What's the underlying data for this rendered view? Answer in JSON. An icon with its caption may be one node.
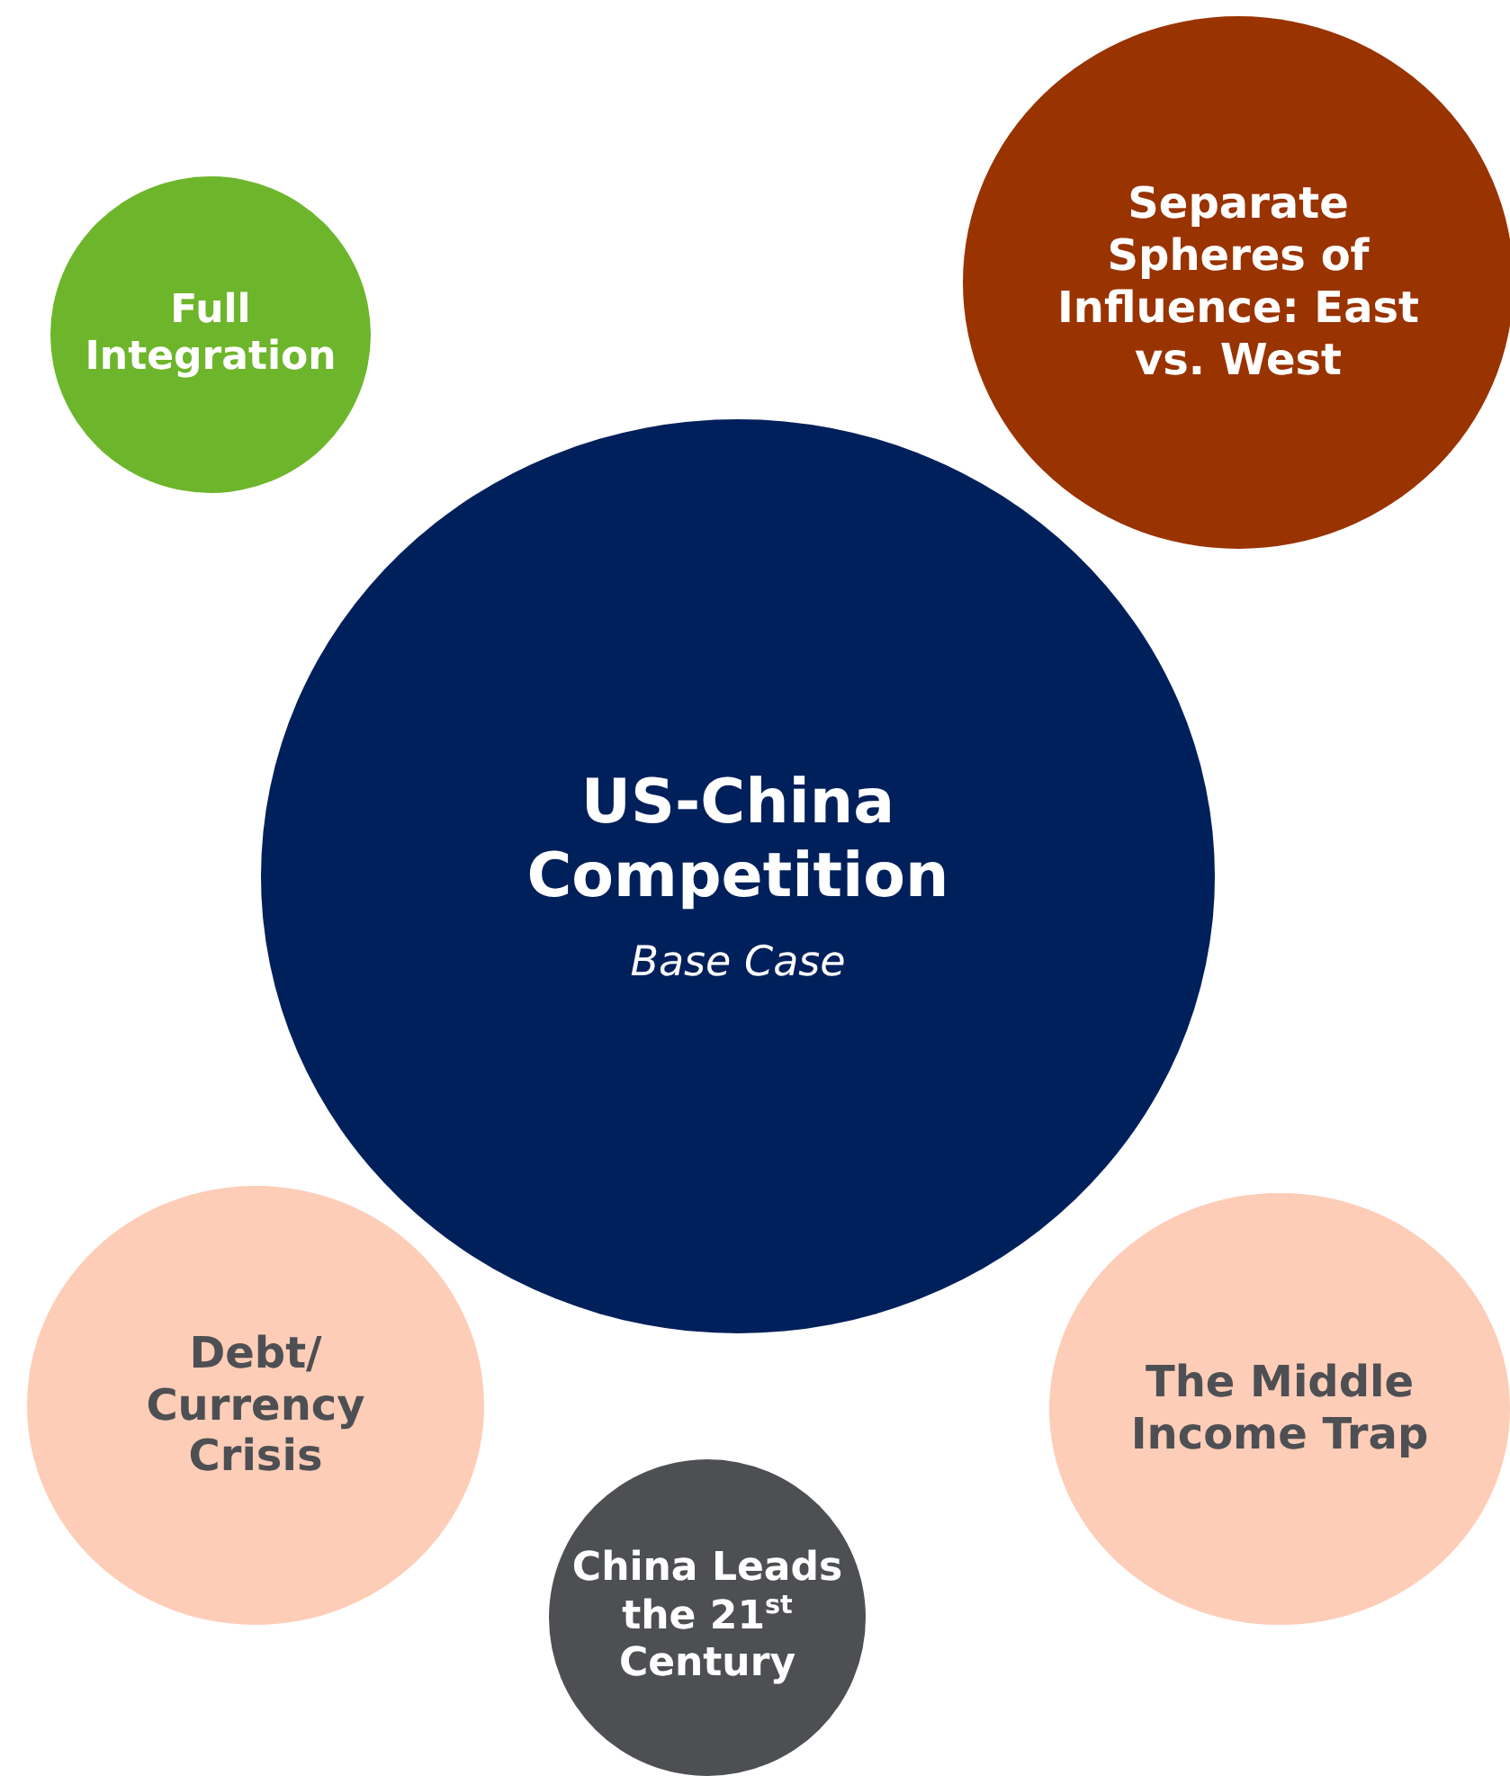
{
  "diagram": {
    "nodes": [
      {
        "text": [
          "Full Integration"
        ]
      },
      {
        "text": [
          "Separate Spheres of Influence: East vs. West"
        ]
      },
      {
        "text": [
          "US-China Competition",
          "Base Case"
        ]
      },
      {
        "text": [
          "Debt/ Currency Crisis"
        ]
      },
      {
        "text": [
          "The Middle Income Trap"
        ]
      },
      {
        "text": [
          "China Leads the 21$^{st}$ Century"
        ]
      }
    ]
  }
}
